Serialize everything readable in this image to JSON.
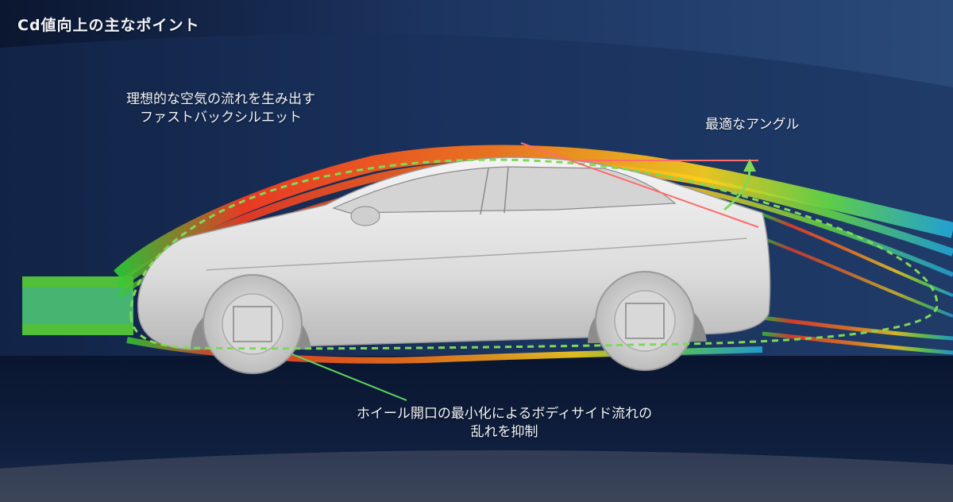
{
  "title": "Cd値向上の主なポイント",
  "callouts": {
    "silhouette": [
      "理想的な空気の流れを生み出す",
      "ファストバックシルエット"
    ],
    "angle": "最適なアングル",
    "wheel": [
      "ホイール開口の最小化によるボディサイド流れの",
      "乱れを抑制"
    ]
  },
  "colors": {
    "background_dark": "#0d1a33",
    "wall": "#1f3a66",
    "floor": "#0a1630",
    "dashed_outline": "#7ed957",
    "angle_lines": "#ff6b6b",
    "wheel_pointer": "#5fd35f"
  }
}
